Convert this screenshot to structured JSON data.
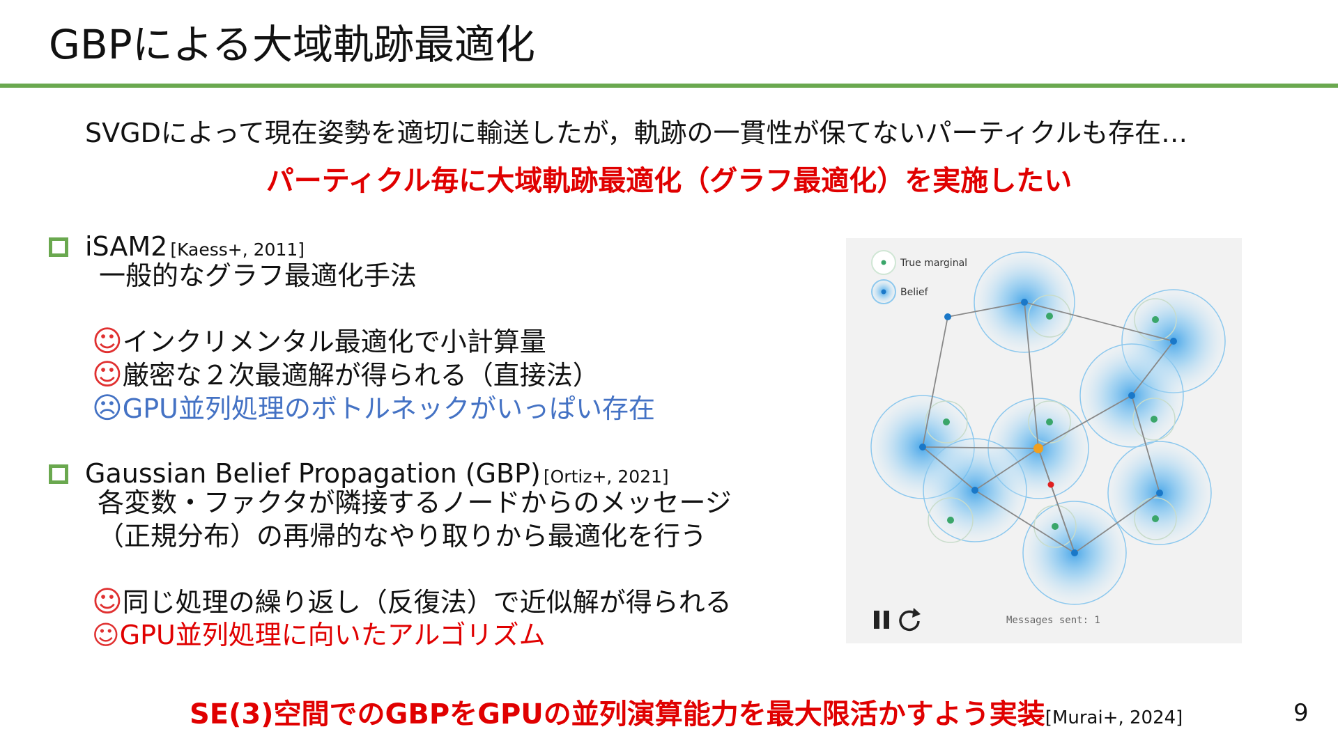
{
  "slide": {
    "title": "GBPによる大域軌跡最適化",
    "intro": "SVGDによって現在姿勢を適切に輸送したが，軌跡の一貫性が保てないパーティクルも存在…",
    "goal": "パーティクル毎に大域軌跡最適化（グラフ最適化）を実施したい",
    "page_number": "9"
  },
  "colors": {
    "accent_green": "#6aa84f",
    "emphasis_red": "#e00000",
    "negative_blue": "#4472c4"
  },
  "sections": [
    {
      "label": "iSAM2",
      "citation": "[Kaess+, 2011]",
      "description": "一般的なグラフ最適化手法",
      "points": [
        {
          "face": "☺",
          "text": "インクリメンタル最適化で小計算量"
        },
        {
          "face": "☺",
          "text": "厳密な２次最適解が得られる（直接法）"
        },
        {
          "face": "☹",
          "text": "GPU並列処理のボトルネックがいっぱい存在"
        }
      ]
    },
    {
      "label": "Gaussian Belief Propagation (GBP)",
      "citation": "[Ortiz+, 2021]",
      "description_lines": [
        "各変数・ファクタが隣接するノードからのメッセージ",
        "（正規分布）の再帰的なやり取りから最適化を行う"
      ],
      "points": [
        {
          "face": "☺",
          "text": "同じ処理の繰り返し（反復法）で近似解が得られる"
        },
        {
          "face": "☺",
          "text": "GPU並列処理に向いたアルゴリズム"
        }
      ]
    }
  ],
  "figure": {
    "legend": [
      "True marginal",
      "Belief"
    ],
    "status": "Messages sent: 1",
    "pause_icon": "pause-icon",
    "reset_icon": "refresh-icon"
  },
  "bottom": {
    "text": "SE(3)空間でのGBPをGPUの並列演算能力を最大限活かすよう実装",
    "citation": "[Murai+, 2024]"
  }
}
